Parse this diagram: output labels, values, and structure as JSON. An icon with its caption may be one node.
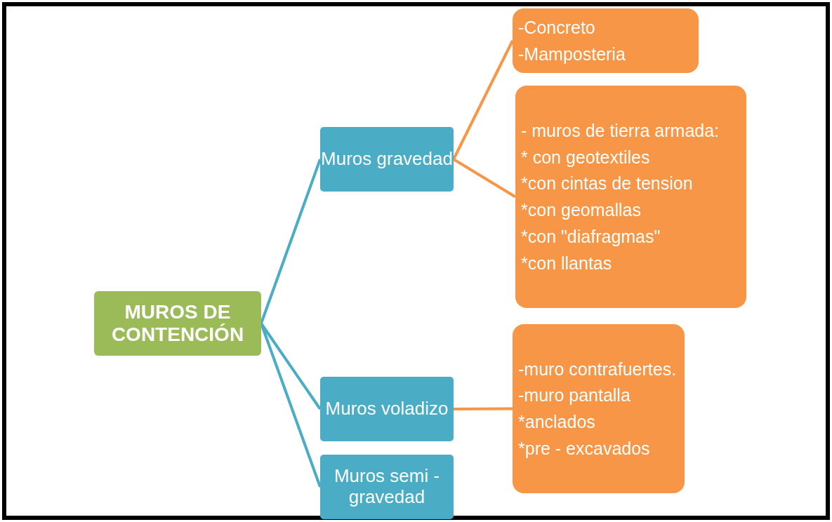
{
  "diagram": {
    "nodes": [
      {
        "text": [
          "MUROS DE CONTENCIÓN"
        ]
      },
      {
        "text": [
          "Muros gravedad"
        ]
      },
      {
        "text": [
          "Muros voladizo"
        ]
      },
      {
        "text": [
          "Muros semi - gravedad"
        ]
      },
      {
        "text": [
          "-Concreto",
          "-Mamposteria"
        ]
      },
      {
        "text": [
          "- muros de tierra armada:",
          "* con geotextiles",
          "*con cintas de tension",
          "*con geomallas",
          "*con \"diafragmas\"",
          "*con llantas"
        ]
      },
      {
        "text": [
          "-muro contrafuertes.",
          "-muro pantalla",
          "*anclados",
          "*pre - excavados"
        ]
      }
    ],
    "edges": [
      {
        "from": 0,
        "to": 1,
        "arrow": "none"
      },
      {
        "from": 0,
        "to": 2,
        "arrow": "none"
      },
      {
        "from": 0,
        "to": 3,
        "arrow": "none"
      },
      {
        "from": 1,
        "to": 4,
        "arrow": "none",
        "color": "#f79646"
      },
      {
        "from": 1,
        "to": 5,
        "arrow": "none",
        "color": "#f79646"
      },
      {
        "from": 2,
        "to": 6,
        "arrow": "none",
        "color": "#f79646"
      }
    ]
  }
}
